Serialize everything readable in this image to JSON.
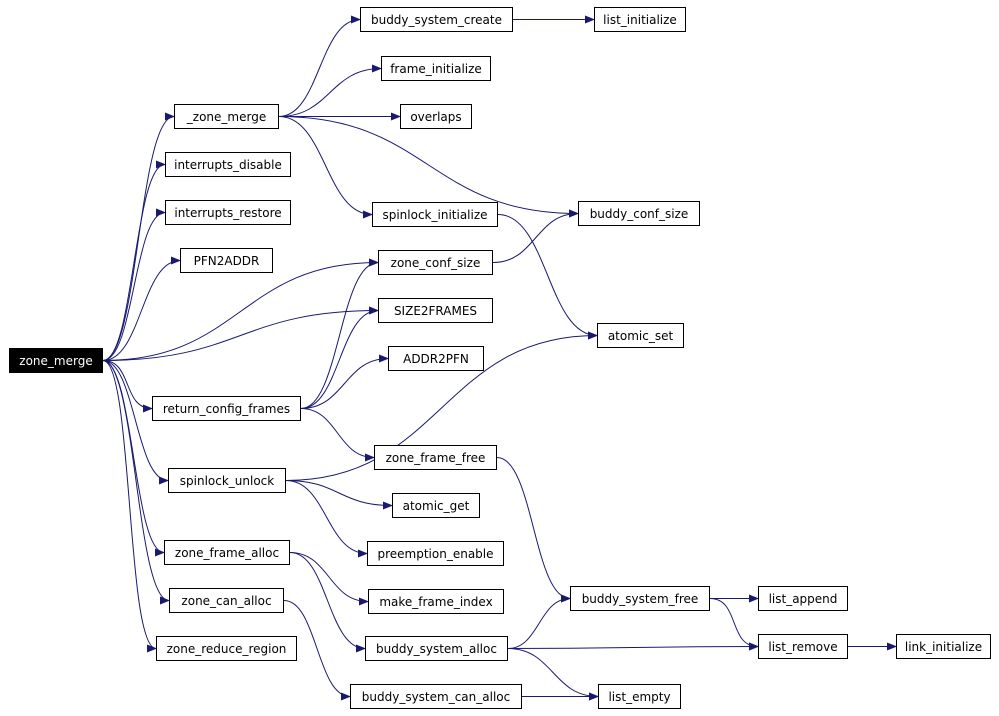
{
  "diagram": {
    "colors": {
      "edge": "#191970",
      "root_bg": "#000000",
      "root_text": "#ffffff",
      "node_border": "#000000",
      "node_bg": "#ffffff"
    },
    "nodes": {
      "zone_merge": "zone_merge",
      "_zone_merge": "_zone_merge",
      "interrupts_disable": "interrupts_disable",
      "interrupts_restore": "interrupts_restore",
      "PFN2ADDR": "PFN2ADDR",
      "return_config_frames": "return_config_frames",
      "spinlock_unlock": "spinlock_unlock",
      "zone_frame_alloc": "zone_frame_alloc",
      "zone_can_alloc": "zone_can_alloc",
      "zone_reduce_region": "zone_reduce_region",
      "buddy_system_create": "buddy_system_create",
      "frame_initialize": "frame_initialize",
      "overlaps": "overlaps",
      "spinlock_initialize": "spinlock_initialize",
      "zone_conf_size": "zone_conf_size",
      "SIZE2FRAMES": "SIZE2FRAMES",
      "ADDR2PFN": "ADDR2PFN",
      "zone_frame_free": "zone_frame_free",
      "atomic_get": "atomic_get",
      "preemption_enable": "preemption_enable",
      "make_frame_index": "make_frame_index",
      "buddy_system_alloc": "buddy_system_alloc",
      "buddy_system_can_alloc": "buddy_system_can_alloc",
      "list_initialize": "list_initialize",
      "buddy_conf_size": "buddy_conf_size",
      "atomic_set": "atomic_set",
      "buddy_system_free": "buddy_system_free",
      "list_empty": "list_empty",
      "list_append": "list_append",
      "list_remove": "list_remove",
      "link_initialize": "link_initialize"
    },
    "edges": [
      [
        "zone_merge",
        "_zone_merge"
      ],
      [
        "zone_merge",
        "interrupts_disable"
      ],
      [
        "zone_merge",
        "interrupts_restore"
      ],
      [
        "zone_merge",
        "PFN2ADDR"
      ],
      [
        "zone_merge",
        "zone_conf_size"
      ],
      [
        "zone_merge",
        "SIZE2FRAMES"
      ],
      [
        "zone_merge",
        "return_config_frames"
      ],
      [
        "zone_merge",
        "spinlock_unlock"
      ],
      [
        "zone_merge",
        "zone_frame_alloc"
      ],
      [
        "zone_merge",
        "zone_can_alloc"
      ],
      [
        "zone_merge",
        "zone_reduce_region"
      ],
      [
        "_zone_merge",
        "buddy_system_create"
      ],
      [
        "_zone_merge",
        "frame_initialize"
      ],
      [
        "_zone_merge",
        "overlaps"
      ],
      [
        "_zone_merge",
        "spinlock_initialize"
      ],
      [
        "_zone_merge",
        "buddy_conf_size"
      ],
      [
        "buddy_system_create",
        "list_initialize"
      ],
      [
        "spinlock_initialize",
        "atomic_set"
      ],
      [
        "zone_conf_size",
        "buddy_conf_size"
      ],
      [
        "return_config_frames",
        "zone_conf_size"
      ],
      [
        "return_config_frames",
        "SIZE2FRAMES"
      ],
      [
        "return_config_frames",
        "ADDR2PFN"
      ],
      [
        "return_config_frames",
        "zone_frame_free"
      ],
      [
        "spinlock_unlock",
        "atomic_set"
      ],
      [
        "spinlock_unlock",
        "atomic_get"
      ],
      [
        "spinlock_unlock",
        "preemption_enable"
      ],
      [
        "zone_frame_free",
        "buddy_system_free"
      ],
      [
        "zone_frame_alloc",
        "make_frame_index"
      ],
      [
        "zone_frame_alloc",
        "buddy_system_alloc"
      ],
      [
        "zone_can_alloc",
        "buddy_system_can_alloc"
      ],
      [
        "buddy_system_alloc",
        "buddy_system_free"
      ],
      [
        "buddy_system_alloc",
        "list_remove"
      ],
      [
        "buddy_system_alloc",
        "list_empty"
      ],
      [
        "buddy_system_can_alloc",
        "list_empty"
      ],
      [
        "buddy_system_free",
        "list_append"
      ],
      [
        "buddy_system_free",
        "list_remove"
      ],
      [
        "list_remove",
        "link_initialize"
      ]
    ]
  }
}
